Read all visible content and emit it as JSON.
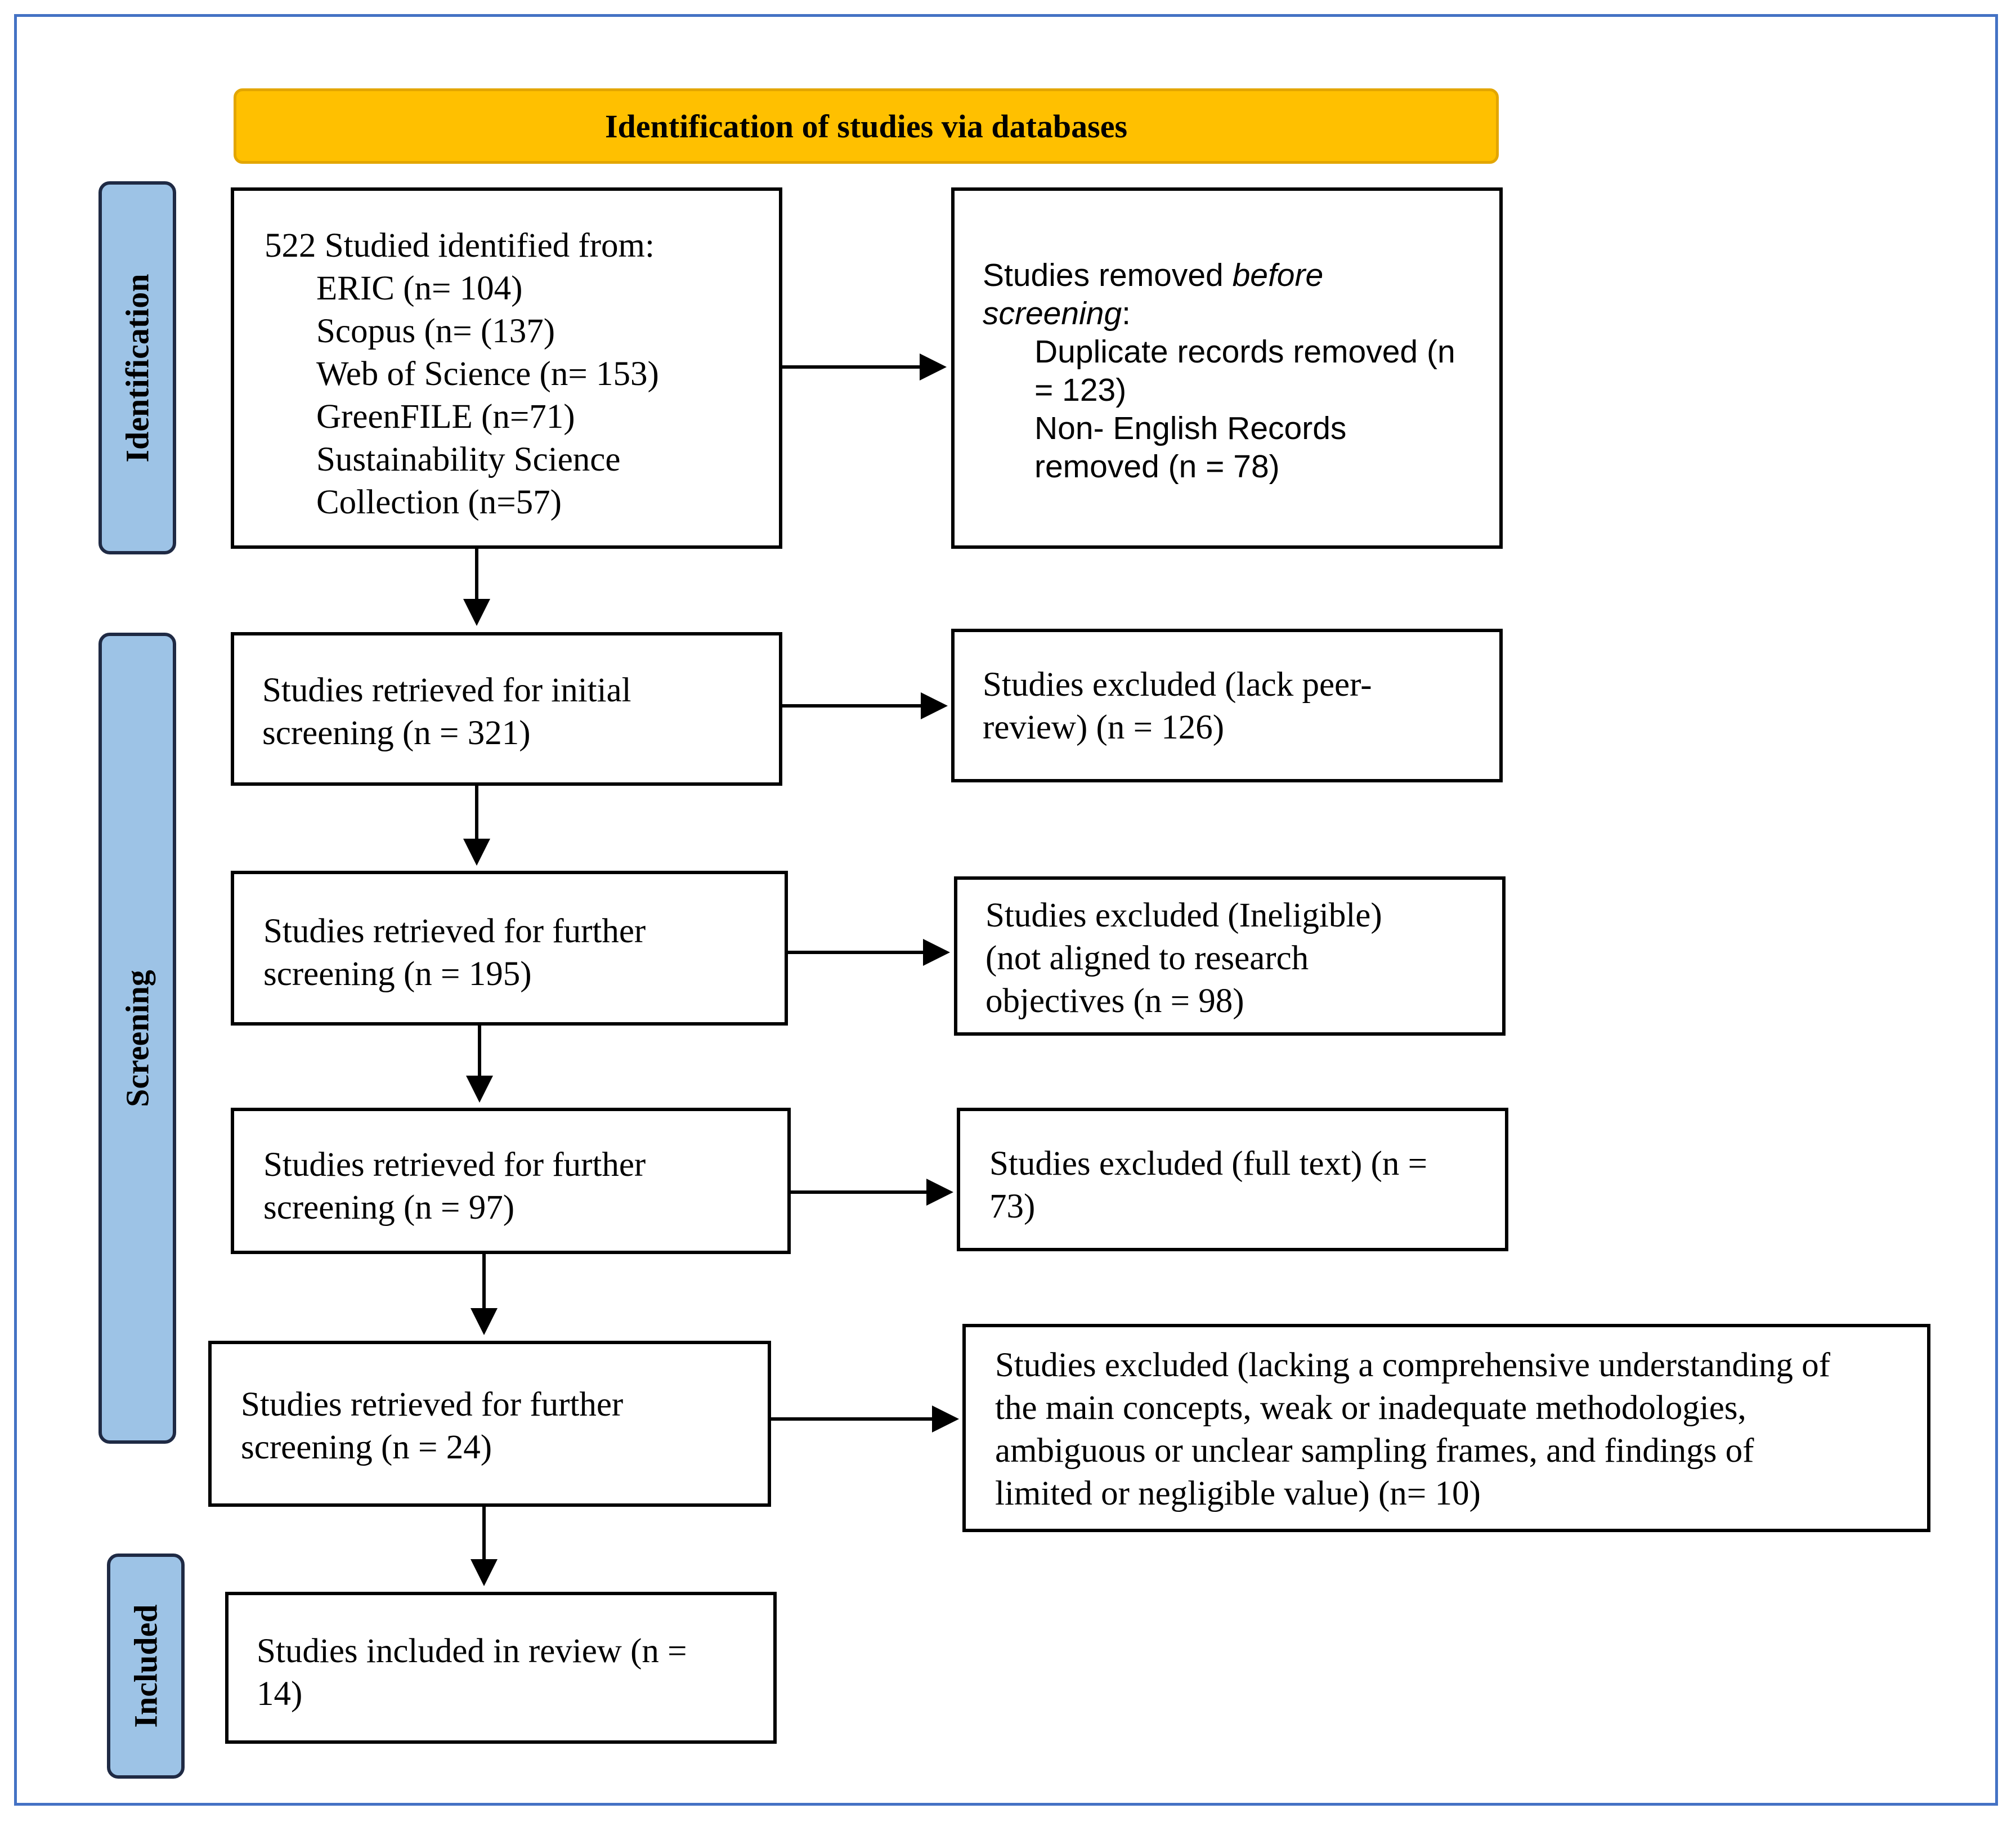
{
  "header": {
    "title": "Identification of studies via databases"
  },
  "phases": {
    "identification": "Identification",
    "screening": "Screening",
    "included": "Included"
  },
  "identification": {
    "sources_box": {
      "heading": "522 Studied identified from:",
      "sources": [
        "ERIC (n= 104)",
        "Scopus (n= (137)",
        "Web of Science (n= 153)",
        "GreenFILE (n=71)",
        "Sustainability Science",
        "Collection (n=57)"
      ]
    },
    "removed_box": {
      "prefix": "Studies removed ",
      "emphasis_1": "before",
      "emphasis_2": "screening",
      "suffix": ":",
      "lines": [
        "Duplicate records removed (n",
        "= 123)",
        "Non- English Records",
        "removed (n = 78)"
      ]
    }
  },
  "screening": {
    "steps": [
      {
        "retrieved": [
          "Studies retrieved for initial",
          "screening (n = 321)"
        ],
        "excluded": [
          "Studies excluded (lack peer-",
          "review) (n = 126)"
        ]
      },
      {
        "retrieved": [
          "Studies retrieved for further",
          "screening (n = 195)"
        ],
        "excluded": [
          "Studies excluded (Ineligible)",
          "(not aligned to research",
          "objectives (n = 98)"
        ]
      },
      {
        "retrieved": [
          "Studies retrieved for further",
          "screening (n = 97)"
        ],
        "excluded": [
          "Studies excluded (full text) (n =",
          "73)"
        ]
      },
      {
        "retrieved": [
          "Studies retrieved for further",
          "screening (n = 24)"
        ],
        "excluded": [
          "Studies excluded (lacking a comprehensive understanding of",
          "the main concepts, weak or inadequate methodologies,",
          "ambiguous or unclear sampling frames, and findings of",
          "limited or negligible value) (n= 10)"
        ]
      }
    ]
  },
  "included": {
    "lines": [
      "Studies included in review (n =",
      "14)"
    ]
  },
  "colors": {
    "header_fill": "#FFC000",
    "phase_fill": "#9DC3E6",
    "frame_border": "#4472C4"
  }
}
